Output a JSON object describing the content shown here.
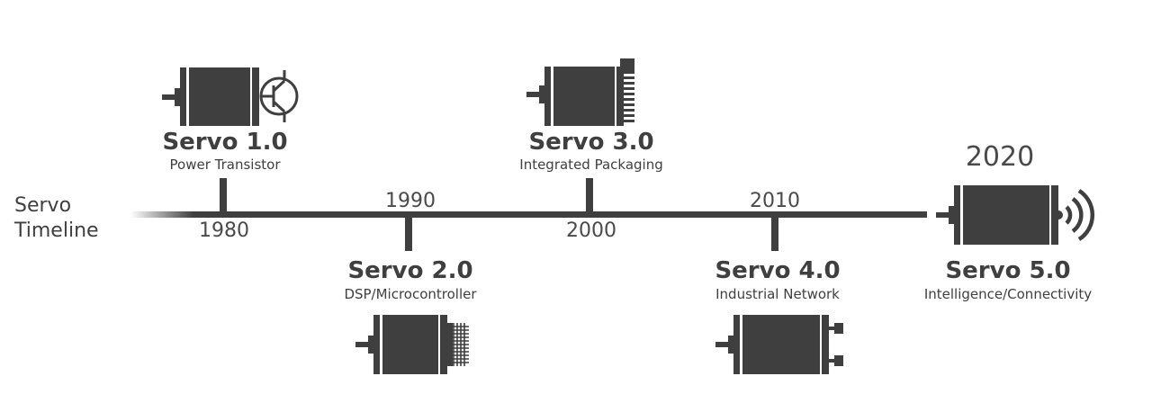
{
  "title_lines": [
    "Servo",
    "Timeline"
  ],
  "axis_years": [
    "1980",
    "1990",
    "2000",
    "2010",
    "2020"
  ],
  "milestones": [
    {
      "title": "Servo 1.0",
      "subtitle": "Power Transistor",
      "icon": "servo-power-transistor-icon"
    },
    {
      "title": "Servo 2.0",
      "subtitle": "DSP/Microcontroller",
      "icon": "servo-microcontroller-icon"
    },
    {
      "title": "Servo 3.0",
      "subtitle": "Integrated Packaging",
      "icon": "servo-integrated-packaging-icon"
    },
    {
      "title": "Servo 4.0",
      "subtitle": "Industrial Network",
      "icon": "servo-industrial-network-icon"
    },
    {
      "title": "Servo 5.0",
      "subtitle": "Intelligence/Connectivity",
      "icon": "servo-wireless-icon"
    }
  ],
  "colors": {
    "ink": "#3f3f3f",
    "background": "#ffffff"
  }
}
